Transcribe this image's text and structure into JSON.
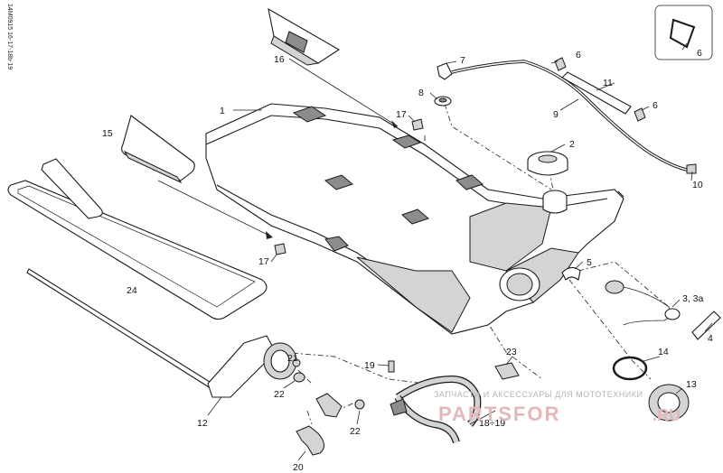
{
  "drawing_code": "14M0915 16-17-18b-19",
  "callouts": {
    "c1": "1",
    "c2": "2",
    "c3": "3, 3a",
    "c4": "4",
    "c5": "5",
    "c6a": "6",
    "c6b": "6",
    "c6c": "6",
    "c7": "7",
    "c8": "8",
    "c9": "9",
    "c10": "10",
    "c11": "11",
    "c12": "12",
    "c13": "13",
    "c14": "14",
    "c15": "15",
    "c16": "16",
    "c17a": "17",
    "c17b": "17",
    "c18": "18÷19",
    "c19": "19",
    "c20": "20",
    "c21": "21",
    "c22a": "22",
    "c22b": "22",
    "c23": "23",
    "c24": "24"
  },
  "watermark": {
    "tagline": "ЗАПЧАСТИ И АКСЕССУАРЫ ДЛЯ МОТОТЕХНИКИ",
    "logo": "PARTSFOR",
    "domain": ".RU"
  }
}
